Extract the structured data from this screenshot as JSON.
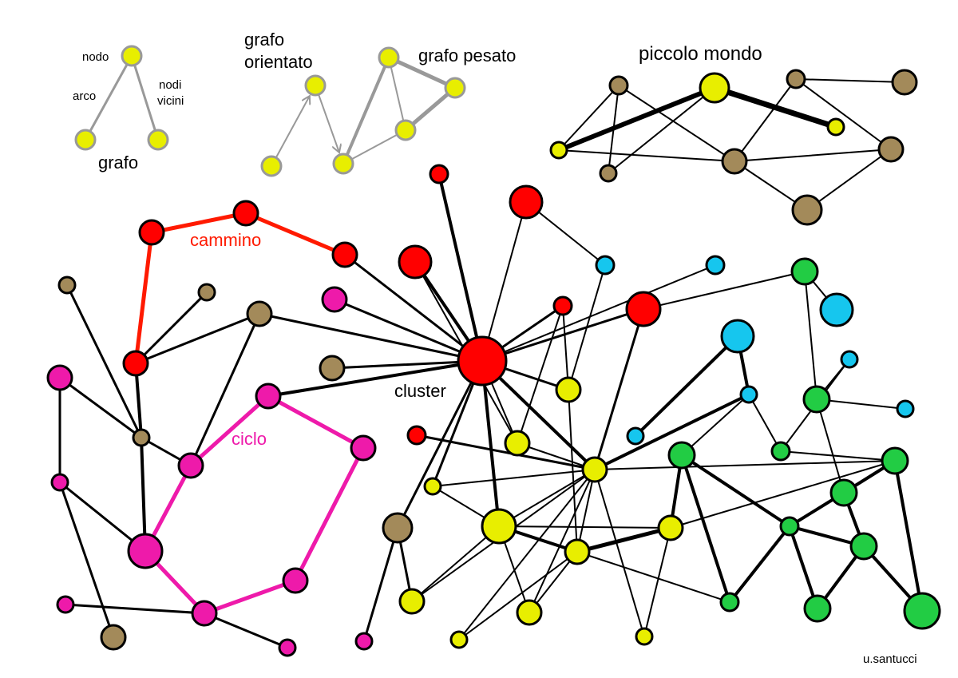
{
  "palette": {
    "yellow": "#e8ee00",
    "brown": "#a38a5a",
    "red": "#ff0000",
    "magenta": "#ee1aaa",
    "cyan": "#16c6ee",
    "green": "#22cc44",
    "gray": "#999999",
    "black": "#000000",
    "path_red": "#ff1a00",
    "cycle_magenta": "#ee1aaa"
  },
  "labels": {
    "nodo": "nodo",
    "arco": "arco",
    "nodi": "nodi",
    "vicini": "vicini",
    "grafo": "grafo",
    "grafo_orientato_1": "grafo",
    "grafo_orientato_2": "orientato",
    "grafo_pesato": "grafo pesato",
    "piccolo_mondo": "piccolo mondo",
    "cammino": "cammino",
    "ciclo": "ciclo",
    "cluster": "cluster",
    "author": "u.santucci"
  }
}
